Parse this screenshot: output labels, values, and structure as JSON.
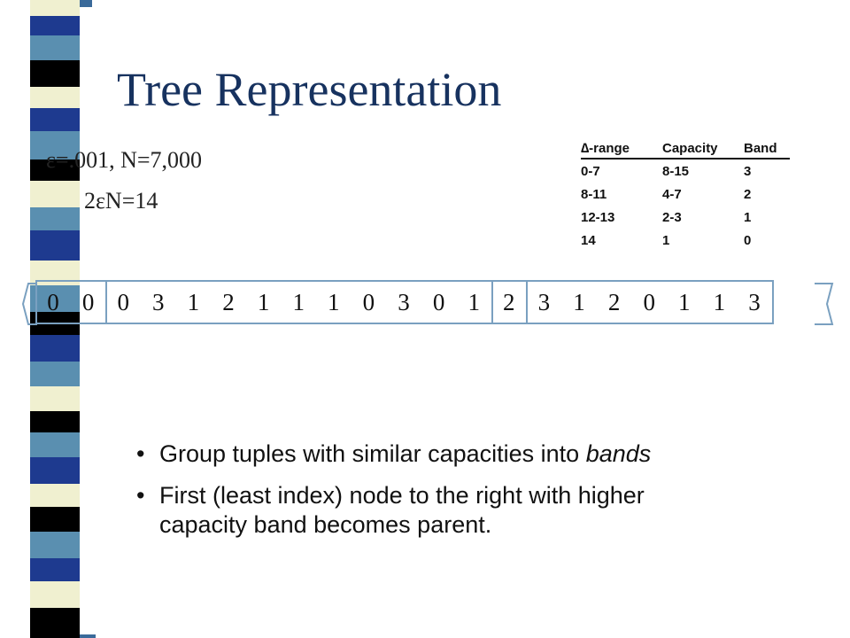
{
  "slide": {
    "title": "Tree Representation",
    "params": [
      "ε=.001, N=7,000",
      "2εN=14"
    ],
    "band_table": {
      "headers": [
        "∆-range",
        "Capacity",
        "Band"
      ],
      "rows": [
        [
          "0-7",
          "8-15",
          "3"
        ],
        [
          "8-11",
          "4-7",
          "2"
        ],
        [
          "12-13",
          "2-3",
          "1"
        ],
        [
          "14",
          "1",
          "0"
        ]
      ]
    },
    "sequence": [
      "0",
      "0",
      "0",
      "3",
      "1",
      "2",
      "1",
      "1",
      "1",
      "0",
      "3",
      "0",
      "1",
      "2",
      "3",
      "1",
      "2",
      "0",
      "1",
      "1",
      "3"
    ],
    "bullets": [
      {
        "text": "Group tuples with similar capacities into ",
        "em": "bands"
      },
      {
        "text": "First (least index) node to the right with higher capacity band becomes parent.",
        "em": ""
      }
    ],
    "bullet_symbol": "•"
  },
  "colors": {
    "title": "#17325f",
    "cell_border": "#7aa0c0",
    "stripe": [
      "#1e3a8f",
      "#5a8fb0",
      "#f0f0d0",
      "#000000",
      "#3a7aa0"
    ]
  }
}
